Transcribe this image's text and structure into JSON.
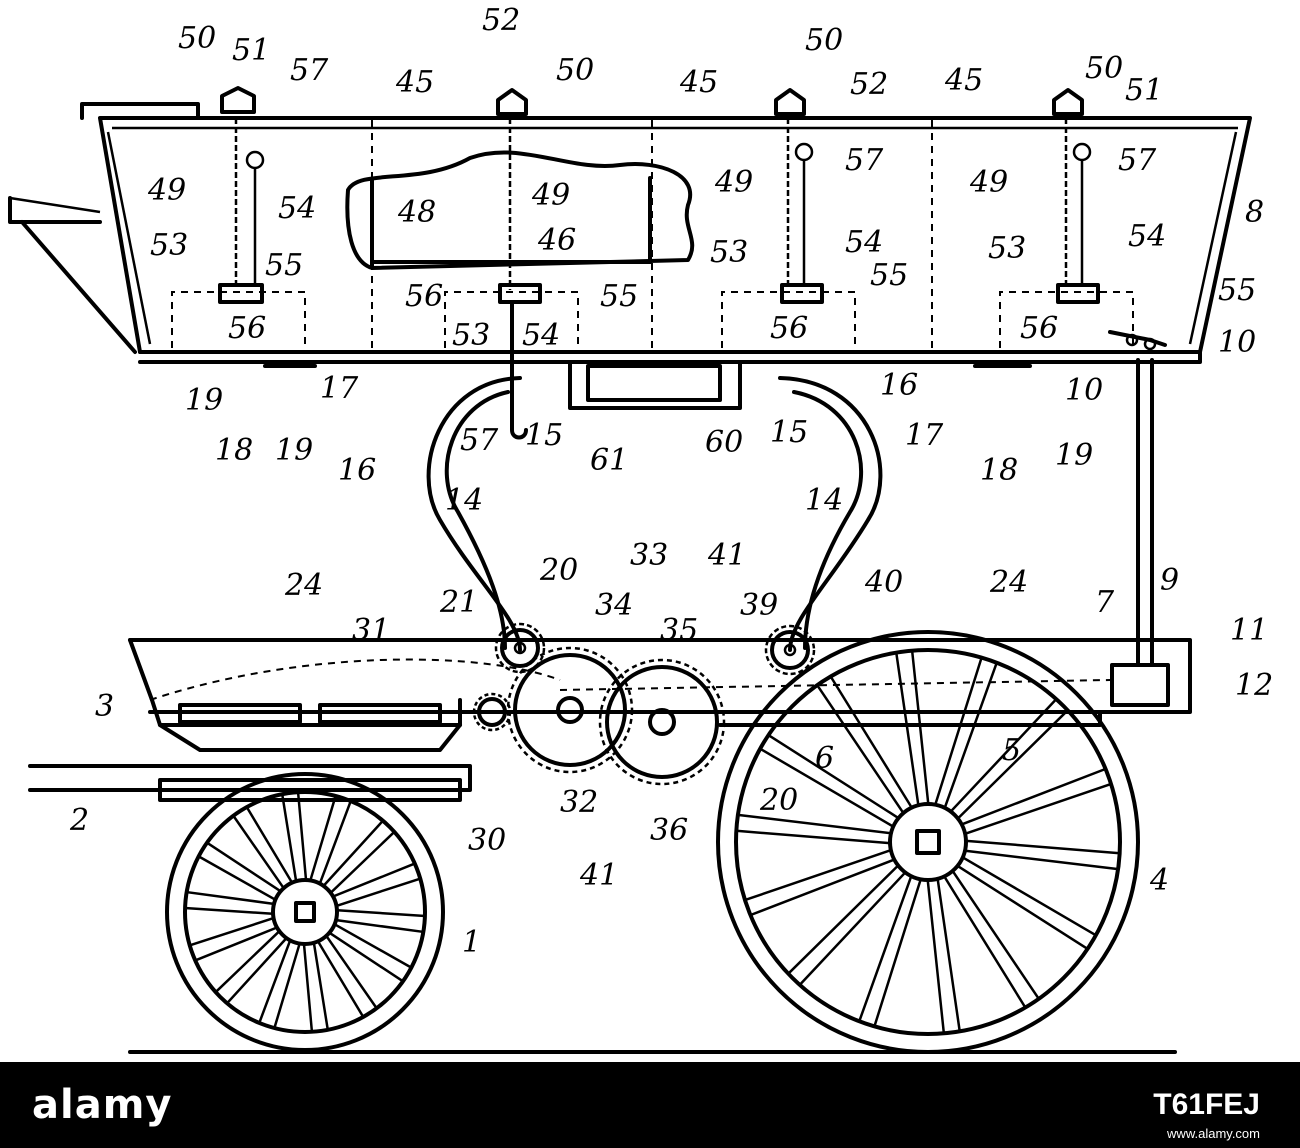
{
  "diagram": {
    "labels": [
      {
        "id": "lbl-50a",
        "text": "50"
      },
      {
        "id": "lbl-51a",
        "text": "51"
      },
      {
        "id": "lbl-57a",
        "text": "57"
      },
      {
        "id": "lbl-45a",
        "text": "45"
      },
      {
        "id": "lbl-52a",
        "text": "52"
      },
      {
        "id": "lbl-50b",
        "text": "50"
      },
      {
        "id": "lbl-45b",
        "text": "45"
      },
      {
        "id": "lbl-50c",
        "text": "50"
      },
      {
        "id": "lbl-52b",
        "text": "52"
      },
      {
        "id": "lbl-45c",
        "text": "45"
      },
      {
        "id": "lbl-50d",
        "text": "50"
      },
      {
        "id": "lbl-51b",
        "text": "51"
      },
      {
        "id": "lbl-49a",
        "text": "49"
      },
      {
        "id": "lbl-54a",
        "text": "54"
      },
      {
        "id": "lbl-53a",
        "text": "53"
      },
      {
        "id": "lbl-55a",
        "text": "55"
      },
      {
        "id": "lbl-56a",
        "text": "56"
      },
      {
        "id": "lbl-48",
        "text": "48"
      },
      {
        "id": "lbl-49b",
        "text": "49"
      },
      {
        "id": "lbl-46",
        "text": "46"
      },
      {
        "id": "lbl-56b",
        "text": "56"
      },
      {
        "id": "lbl-55b",
        "text": "55"
      },
      {
        "id": "lbl-53b",
        "text": "53"
      },
      {
        "id": "lbl-54b",
        "text": "54"
      },
      {
        "id": "lbl-57b",
        "text": "57"
      },
      {
        "id": "lbl-49c",
        "text": "49"
      },
      {
        "id": "lbl-53c",
        "text": "53"
      },
      {
        "id": "lbl-54c",
        "text": "54"
      },
      {
        "id": "lbl-55c",
        "text": "55"
      },
      {
        "id": "lbl-56c",
        "text": "56"
      },
      {
        "id": "lbl-57c",
        "text": "57"
      },
      {
        "id": "lbl-49d",
        "text": "49"
      },
      {
        "id": "lbl-8",
        "text": "8"
      },
      {
        "id": "lbl-53d",
        "text": "53"
      },
      {
        "id": "lbl-54d",
        "text": "54"
      },
      {
        "id": "lbl-55d",
        "text": "55"
      },
      {
        "id": "lbl-56d",
        "text": "56"
      },
      {
        "id": "lbl-10a",
        "text": "10"
      },
      {
        "id": "lbl-10b",
        "text": "10"
      },
      {
        "id": "lbl-19a",
        "text": "19"
      },
      {
        "id": "lbl-17a",
        "text": "17"
      },
      {
        "id": "lbl-18a",
        "text": "18"
      },
      {
        "id": "lbl-19b",
        "text": "19"
      },
      {
        "id": "lbl-16a",
        "text": "16"
      },
      {
        "id": "lbl-57d",
        "text": "57"
      },
      {
        "id": "lbl-15a",
        "text": "15"
      },
      {
        "id": "lbl-61",
        "text": "61"
      },
      {
        "id": "lbl-60",
        "text": "60"
      },
      {
        "id": "lbl-15b",
        "text": "15"
      },
      {
        "id": "lbl-16b",
        "text": "16"
      },
      {
        "id": "lbl-17b",
        "text": "17"
      },
      {
        "id": "lbl-18b",
        "text": "18"
      },
      {
        "id": "lbl-19c",
        "text": "19"
      },
      {
        "id": "lbl-14a",
        "text": "14"
      },
      {
        "id": "lbl-14b",
        "text": "14"
      },
      {
        "id": "lbl-9",
        "text": "9"
      },
      {
        "id": "lbl-20a",
        "text": "20"
      },
      {
        "id": "lbl-33",
        "text": "33"
      },
      {
        "id": "lbl-41a",
        "text": "41"
      },
      {
        "id": "lbl-24a",
        "text": "24"
      },
      {
        "id": "lbl-21",
        "text": "21"
      },
      {
        "id": "lbl-34",
        "text": "34"
      },
      {
        "id": "lbl-40",
        "text": "40"
      },
      {
        "id": "lbl-24b",
        "text": "24"
      },
      {
        "id": "lbl-7",
        "text": "7"
      },
      {
        "id": "lbl-31",
        "text": "31"
      },
      {
        "id": "lbl-35",
        "text": "35"
      },
      {
        "id": "lbl-39",
        "text": "39"
      },
      {
        "id": "lbl-11",
        "text": "11"
      },
      {
        "id": "lbl-12",
        "text": "12"
      },
      {
        "id": "lbl-3",
        "text": "3"
      },
      {
        "id": "lbl-6",
        "text": "6"
      },
      {
        "id": "lbl-5",
        "text": "5"
      },
      {
        "id": "lbl-2",
        "text": "2"
      },
      {
        "id": "lbl-30",
        "text": "30"
      },
      {
        "id": "lbl-32",
        "text": "32"
      },
      {
        "id": "lbl-36",
        "text": "36"
      },
      {
        "id": "lbl-20b",
        "text": "20"
      },
      {
        "id": "lbl-41b",
        "text": "41"
      },
      {
        "id": "lbl-4",
        "text": "4"
      },
      {
        "id": "lbl-1",
        "text": "1"
      }
    ]
  },
  "footer": {
    "wordmark": "alamy",
    "image_id": "T61FEJ",
    "image_id_caption": "www.alamy.com"
  }
}
